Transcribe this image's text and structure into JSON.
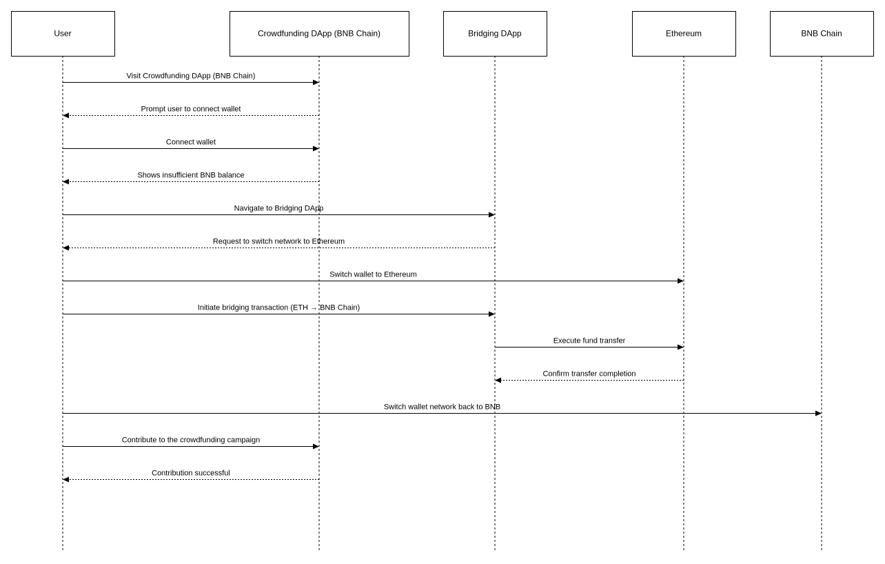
{
  "participants": [
    {
      "id": "user",
      "label": "User"
    },
    {
      "id": "crowdfunding",
      "label": "Crowdfunding DApp (BNB Chain)"
    },
    {
      "id": "bridging",
      "label": "Bridging DApp"
    },
    {
      "id": "ethereum",
      "label": "Ethereum"
    },
    {
      "id": "bnb",
      "label": "BNB Chain"
    }
  ],
  "messages": [
    {
      "from": "user",
      "to": "crowdfunding",
      "label": "Visit Crowdfunding DApp (BNB Chain)",
      "style": "solid"
    },
    {
      "from": "crowdfunding",
      "to": "user",
      "label": "Prompt user to connect wallet",
      "style": "dashed"
    },
    {
      "from": "user",
      "to": "crowdfunding",
      "label": "Connect wallet",
      "style": "solid"
    },
    {
      "from": "crowdfunding",
      "to": "user",
      "label": "Shows insufficient BNB balance",
      "style": "dashed"
    },
    {
      "from": "user",
      "to": "bridging",
      "label": "Navigate to Bridging DApp",
      "style": "solid"
    },
    {
      "from": "bridging",
      "to": "user",
      "label": "Request to switch network to Ethereum",
      "style": "dashed"
    },
    {
      "from": "user",
      "to": "ethereum",
      "label": "Switch wallet to Ethereum",
      "style": "solid"
    },
    {
      "from": "user",
      "to": "bridging",
      "label": "Initiate bridging transaction (ETH → BNB Chain)",
      "style": "solid"
    },
    {
      "from": "bridging",
      "to": "ethereum",
      "label": "Execute fund transfer",
      "style": "solid"
    },
    {
      "from": "ethereum",
      "to": "bridging",
      "label": "Confirm transfer completion",
      "style": "dashed"
    },
    {
      "from": "user",
      "to": "bnb",
      "label": "Switch wallet network back to BNB",
      "style": "solid"
    },
    {
      "from": "user",
      "to": "crowdfunding",
      "label": "Contribute to the crowdfunding campaign",
      "style": "solid"
    },
    {
      "from": "crowdfunding",
      "to": "user",
      "label": "Contribution successful",
      "style": "dashed"
    }
  ]
}
